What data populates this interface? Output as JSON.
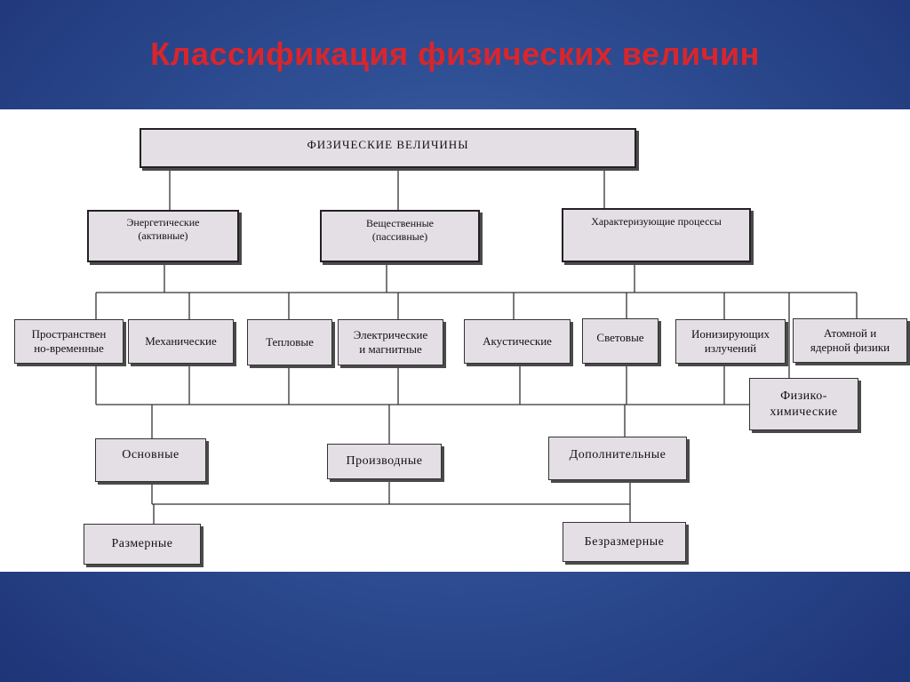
{
  "slide": {
    "title": "Классификация физических величин"
  },
  "diagram": {
    "root": "ФИЗИЧЕСКИЕ ВЕЛИЧИНЫ",
    "level1": [
      "Энергетические\n(активные)",
      "Вещественные\n(пассивные)",
      "Характеризующие процессы"
    ],
    "fields": [
      "Пространствен\nно-временные",
      "Механические",
      "Тепловые",
      "Электрические\nи магнитные",
      "Акустические",
      "Световые",
      "Ионизирующих\nизлучений",
      "Атомной и\nядерной физики",
      "Физико-\nхимические"
    ],
    "kinds": [
      "Основные",
      "Производные",
      "Дополнительные"
    ],
    "dimensions": [
      "Размерные",
      "Безразмерные"
    ]
  },
  "colors": {
    "title": "#d8262c",
    "node_fill": "#e4dfe4",
    "background": "#2f4f95"
  }
}
